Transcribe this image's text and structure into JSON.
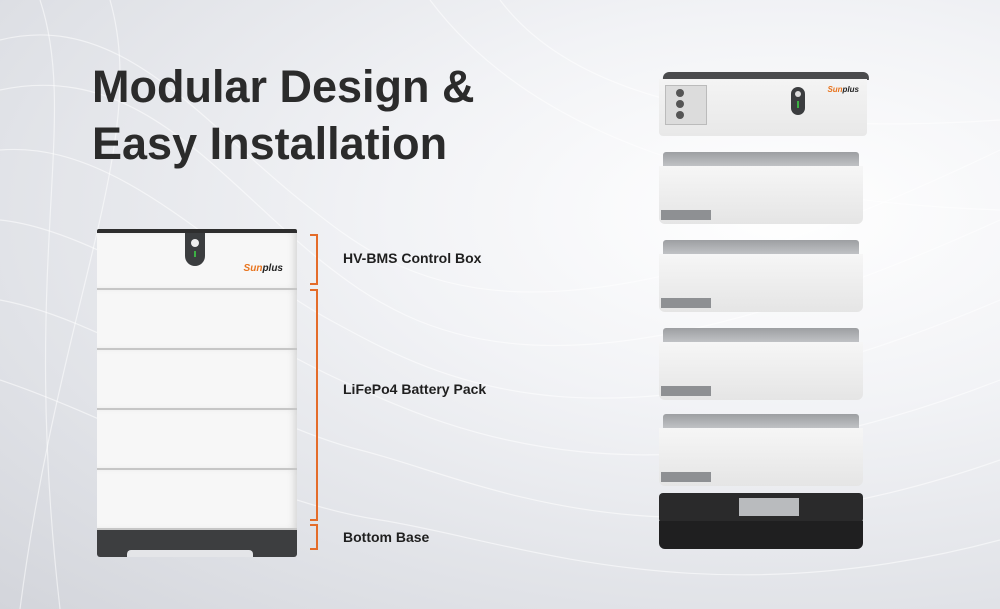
{
  "headline": {
    "line1": "Modular Design &",
    "line2": "Easy Installation"
  },
  "brand": {
    "logo_prefix": "Sun",
    "logo_suffix": "plus",
    "accent_color": "#e46c2a",
    "led_color": "#3cb043"
  },
  "components": [
    {
      "label": "HV-BMS Control Box"
    },
    {
      "label": "LiFePo4 Battery Pack"
    },
    {
      "label": "Bottom Base"
    }
  ],
  "stack": {
    "battery_modules_count": 4
  }
}
